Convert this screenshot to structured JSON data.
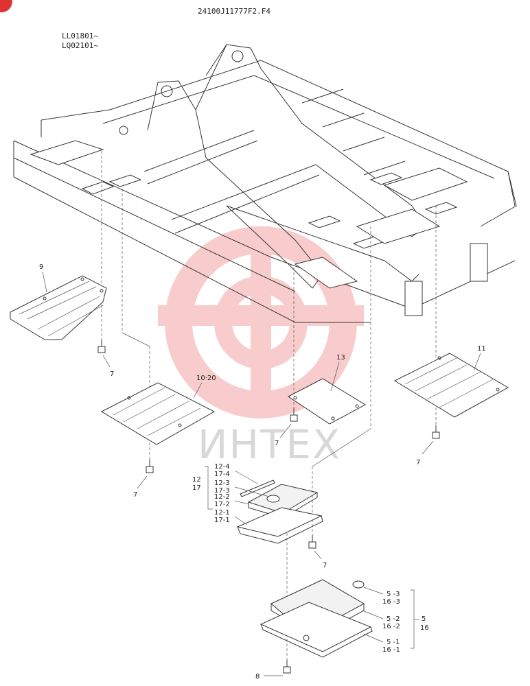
{
  "header": {
    "code": "24100J11777F2.F4"
  },
  "serials": [
    "LL01801~",
    "LQ02101~"
  ],
  "watermark": "ИНТЕХ",
  "callouts": {
    "c9": "9",
    "c10_20": "10·20",
    "c11": "11",
    "c13": "13",
    "c7a": "7",
    "c7b": "7",
    "c7c": "7",
    "c7d": "7",
    "c7e": "7",
    "c8": "8",
    "c12": "12",
    "c17": "17",
    "c12_4": "12-4",
    "c17_4": "17-4",
    "c12_3": "12-3",
    "c17_3": "17-3",
    "c12_2": "12-2",
    "c17_2": "17-2",
    "c12_1": "12-1",
    "c17_1": "17-1",
    "c5_3": "5 -3",
    "c16_3": "16 -3",
    "c5_2": "5 -2",
    "c16_2": "16 -2",
    "c5_1": "5 -1",
    "c16_1": "16 -1",
    "c5": "5",
    "c16": "16"
  }
}
